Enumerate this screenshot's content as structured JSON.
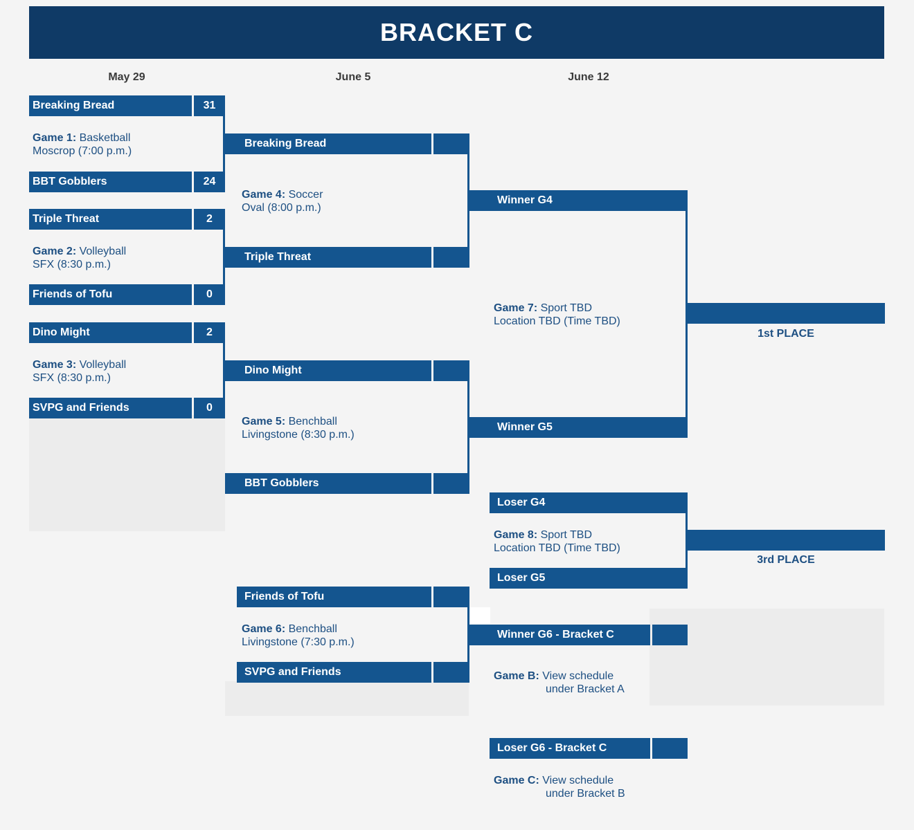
{
  "title": "BRACKET C",
  "dates": [
    "May 29",
    "June 5",
    "June 12"
  ],
  "round1": [
    {
      "team1": "Breaking Bread",
      "score1": "31",
      "game": "Game 1:",
      "sport": "Basketball",
      "location": "Moscrop (7:00 p.m.)",
      "team2": "BBT Gobblers",
      "score2": "24"
    },
    {
      "team1": "Triple Threat",
      "score1": "2",
      "game": "Game 2:",
      "sport": "Volleyball",
      "location": "SFX (8:30 p.m.)",
      "team2": "Friends of Tofu",
      "score2": "0"
    },
    {
      "team1": "Dino Might",
      "score1": "2",
      "game": "Game 3:",
      "sport": "Volleyball",
      "location": "SFX (8:30 p.m.)",
      "team2": "SVPG and Friends",
      "score2": "0"
    }
  ],
  "round2": [
    {
      "team1": "Breaking Bread",
      "game": "Game 4:",
      "sport": "Soccer",
      "location": "Oval (8:00 p.m.)",
      "team2": "Triple Threat"
    },
    {
      "team1": "Dino Might",
      "game": "Game 5:",
      "sport": "Benchball",
      "location": "Livingstone (8:30 p.m.)",
      "team2": "BBT Gobblers"
    },
    {
      "team1": "Friends of Tofu",
      "game": "Game 6:",
      "sport": "Benchball",
      "location": "Livingstone (7:30 p.m.)",
      "team2": "SVPG and Friends"
    }
  ],
  "round3": {
    "final": {
      "team1": "Winner G4",
      "game": "Game 7:",
      "sport": "Sport TBD",
      "location": "Location TBD (Time TBD)",
      "team2": "Winner G5",
      "place": "1st PLACE"
    },
    "third": {
      "team1": "Loser G4",
      "game": "Game 8:",
      "sport": "Sport TBD",
      "location": "Location TBD (Time TBD)",
      "team2": "Loser G5",
      "place": "3rd PLACE"
    },
    "gameB": {
      "team": "Winner G6 - Bracket C",
      "game": "Game B:",
      "line1": "View schedule",
      "line2": "under Bracket A"
    },
    "gameC": {
      "team": "Loser G6 - Bracket C",
      "game": "Game C:",
      "line1": "View schedule",
      "line2": "under Bracket B"
    }
  },
  "colors": {
    "header": "#0f3a66",
    "bar": "#14558f",
    "text": "#1d4f82",
    "background": "#f4f4f4"
  }
}
